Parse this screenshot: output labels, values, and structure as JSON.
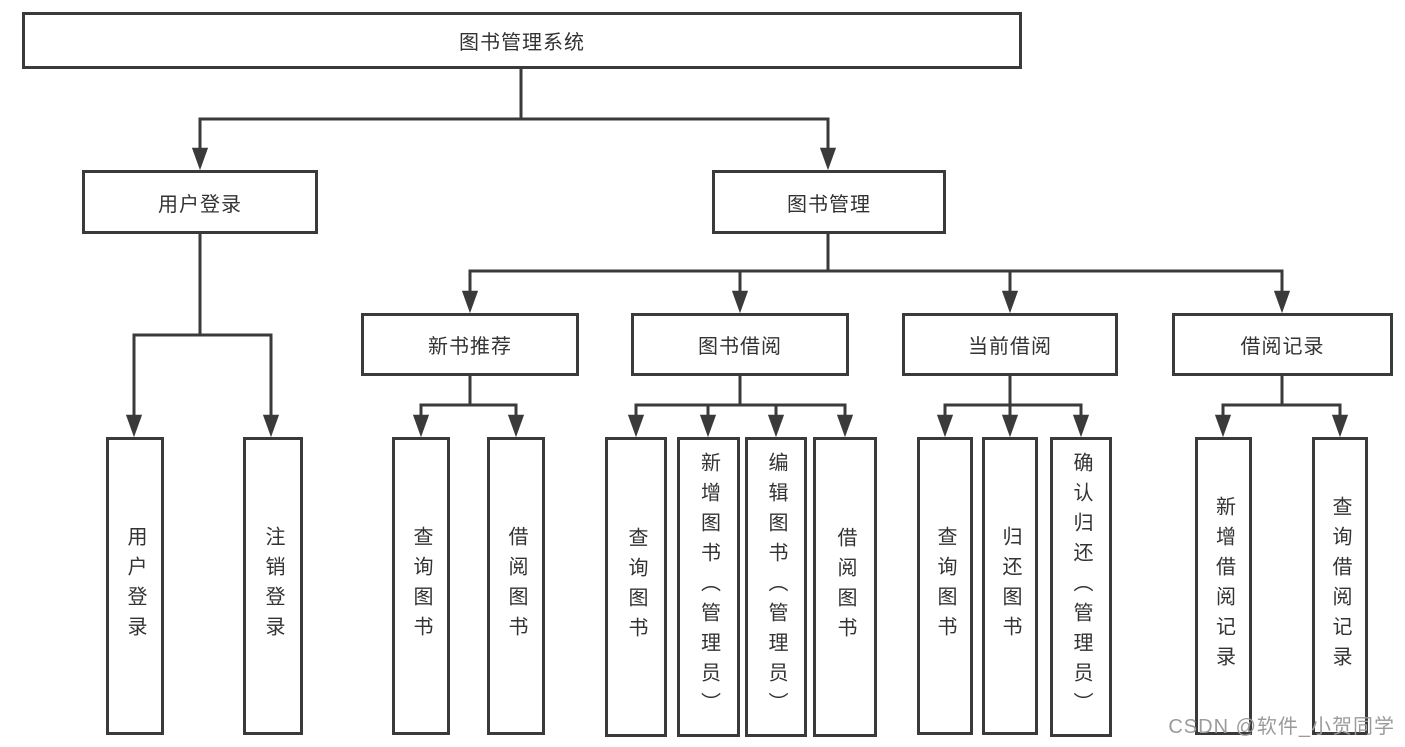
{
  "diagram": {
    "type": "hierarchy-tree",
    "root": {
      "label": "图书管理系统",
      "children": [
        {
          "label": "用户登录",
          "children": [
            {
              "label": "用户登录"
            },
            {
              "label": "注销登录"
            }
          ]
        },
        {
          "label": "图书管理",
          "children": [
            {
              "label": "新书推荐",
              "children": [
                {
                  "label": "查询图书"
                },
                {
                  "label": "借阅图书"
                }
              ]
            },
            {
              "label": "图书借阅",
              "children": [
                {
                  "label": "查询图书"
                },
                {
                  "label": "新增图书（管理员）"
                },
                {
                  "label": "编辑图书（管理员）"
                },
                {
                  "label": "借阅图书"
                }
              ]
            },
            {
              "label": "当前借阅",
              "children": [
                {
                  "label": "查询图书"
                },
                {
                  "label": "归还图书"
                },
                {
                  "label": "确认归还（管理员）"
                }
              ]
            },
            {
              "label": "借阅记录",
              "children": [
                {
                  "label": "新增借阅记录"
                },
                {
                  "label": "查询借阅记录"
                }
              ]
            }
          ]
        }
      ]
    }
  },
  "watermark": {
    "text": "CSDN @软件_小贺同学"
  },
  "colors": {
    "line": "#3a3a3a",
    "text": "#333333",
    "background": "#ffffff",
    "watermark": "#9b9b9b"
  }
}
